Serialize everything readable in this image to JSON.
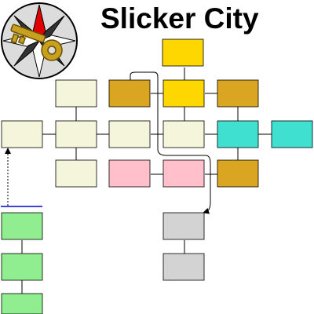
{
  "header": {
    "title": "Slicker City"
  },
  "logo": {
    "icon": "key-compass-logo-icon"
  },
  "colors": {
    "cream": "#f5f5dc",
    "gold": "#daa520",
    "yellow": "#ffd700",
    "turquoise": "#40e0d0",
    "pink": "#ffc0cb",
    "gray": "#d3d3d3",
    "green": "#90ee90",
    "line": "#000000",
    "blue_line": "#0000cd"
  },
  "rooms": [
    {
      "id": "r-yellow-top",
      "color": "yellow"
    },
    {
      "id": "r-cream-upper-left",
      "color": "cream"
    },
    {
      "id": "r-gold-upper-left",
      "color": "gold"
    },
    {
      "id": "r-yellow-upper",
      "color": "yellow"
    },
    {
      "id": "r-gold-upper-right",
      "color": "gold"
    },
    {
      "id": "r-cream-mid-1",
      "color": "cream"
    },
    {
      "id": "r-cream-mid-2",
      "color": "cream"
    },
    {
      "id": "r-cream-mid-3",
      "color": "cream"
    },
    {
      "id": "r-cream-mid-4",
      "color": "cream"
    },
    {
      "id": "r-turquoise-mid-1",
      "color": "turquoise"
    },
    {
      "id": "r-turquoise-mid-2",
      "color": "turquoise"
    },
    {
      "id": "r-cream-lower",
      "color": "cream"
    },
    {
      "id": "r-pink-lower-1",
      "color": "pink"
    },
    {
      "id": "r-pink-lower-2",
      "color": "pink"
    },
    {
      "id": "r-gold-lower",
      "color": "gold"
    },
    {
      "id": "r-gray-1",
      "color": "gray"
    },
    {
      "id": "r-gray-2",
      "color": "gray"
    },
    {
      "id": "r-green-1",
      "color": "green"
    },
    {
      "id": "r-green-2",
      "color": "green"
    },
    {
      "id": "r-green-3",
      "color": "green"
    }
  ]
}
